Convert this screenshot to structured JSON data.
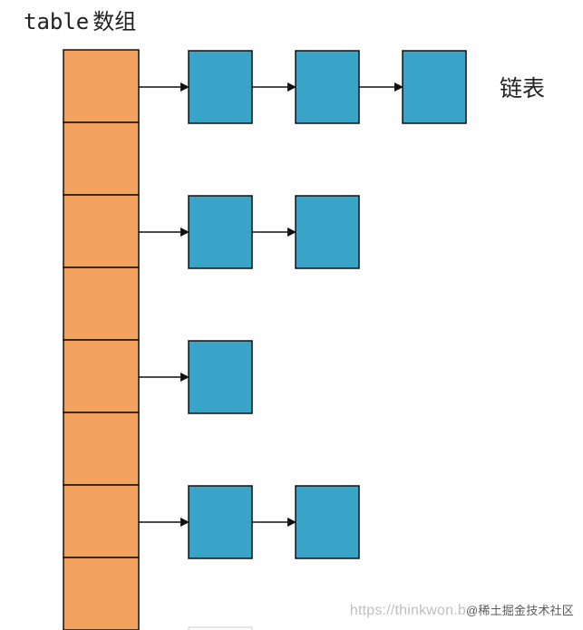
{
  "labels": {
    "table_prefix": "table",
    "table_suffix": "数组",
    "linked_list": "链表"
  },
  "watermark": {
    "url": "https://thinkwon.b",
    "site": "@稀土掘金技术社区"
  },
  "colors": {
    "table_cell": "#F4A460",
    "table_cell_fill": "#F3A15E",
    "node_fill": "#3AA3C8",
    "border": "#111111",
    "arrow": "#111111"
  },
  "diagram": {
    "table_cells": 8,
    "chains": [
      {
        "row": 0,
        "nodes": 3
      },
      {
        "row": 2,
        "nodes": 2
      },
      {
        "row": 4,
        "nodes": 1
      },
      {
        "row": 6,
        "nodes": 2
      }
    ]
  }
}
